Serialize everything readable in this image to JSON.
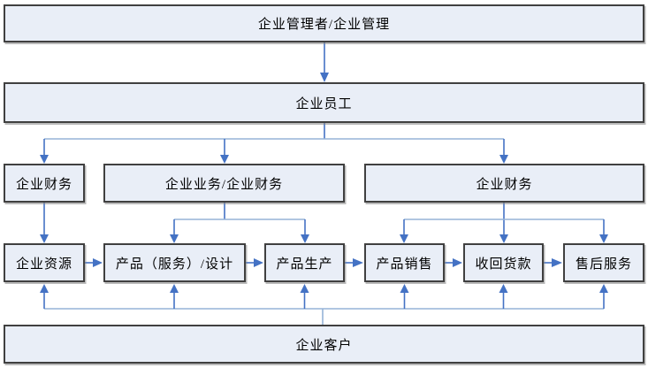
{
  "diagram": {
    "type": "flowchart",
    "background": "#ffffff",
    "nodes": {
      "management": "企业管理者/企业管理",
      "staff": "企业员工",
      "finance_left": "企业财务",
      "business_finance": "企业业务/企业财务",
      "finance_right": "企业财务",
      "resources": "企业资源",
      "product_design": "产品（服务）/设计",
      "production": "产品生产",
      "sales": "产品销售",
      "collect_payment": "收回货款",
      "after_sales": "售后服务",
      "customers": "企业客户"
    },
    "edges": [
      "企业管理者/企业管理 → 企业员工",
      "企业员工 → 企业财务(左)",
      "企业员工 → 企业业务/企业财务",
      "企业员工 → 企业财务(右)",
      "企业财务(左) → 企业资源",
      "企业业务/企业财务 → 产品（服务）/设计",
      "企业业务/企业财务 → 产品生产",
      "企业财务(右) → 产品销售",
      "企业财务(右) → 收回货款",
      "企业财务(右) → 售后服务",
      "企业资源 → 产品（服务）/设计",
      "产品（服务）/设计 → 产品生产",
      "产品生产 → 产品销售",
      "产品销售 → 收回货款",
      "收回货款 → 售后服务",
      "企业客户 → 企业资源",
      "企业客户 → 产品（服务）/设计",
      "企业客户 → 产品生产",
      "企业客户 → 产品销售",
      "企业客户 → 收回货款",
      "企业客户 → 售后服务"
    ],
    "colors": {
      "node_fill": "#e9eef7",
      "node_border": "#404040",
      "arrow_dark": "#4472c4",
      "arrow_light": "#95b3d7",
      "text": "#000000"
    }
  }
}
